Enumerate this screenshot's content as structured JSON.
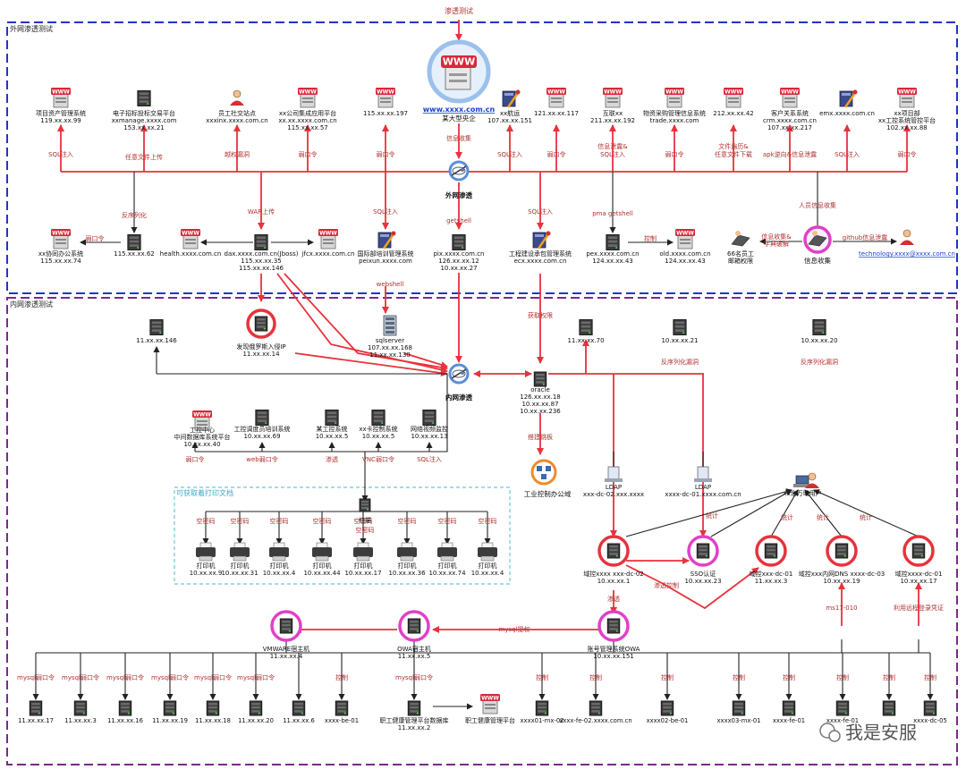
{
  "top_label": "渗透测试",
  "zones": {
    "outer": "外网渗透测试",
    "inner": "内网渗透测试",
    "print_group": "可获取着打印文档"
  },
  "colors": {
    "arrow": "#e8323c",
    "dark_line": "#222222",
    "label_red": "#b03030",
    "outer_border": "#2233cc",
    "inner_border": "#7a2a8a",
    "print_border": "#6cc7d9",
    "link_blue": "#1a3fd0",
    "halo_red": "#e8323c",
    "halo_pink": "#e040c8",
    "halo_blue": "#5a8fd8",
    "halo_orange": "#f08a2a"
  },
  "nodes": {
    "www": {
      "url": "www.xxxx.com.cn",
      "name": "某大型央企"
    },
    "asset": {
      "l1": "项目资产管理系统",
      "l2": "119.xx.xx.99"
    },
    "bid": {
      "l1": "电子招标投标交易平台",
      "l2": "xxmanage.xxxx.com",
      "l3": "153.xx.xx.21"
    },
    "staff": {
      "l1": "员工社交站点",
      "l2": "xxxinx.xxxx.com.cn"
    },
    "integ": {
      "l1": "xx公司集成应用平台",
      "l2": "xx.xx.xxxx.com.cn",
      "l3": "115.xx.xx.57"
    },
    "n197": {
      "l1": "115.xx.xx.197"
    },
    "ship": {
      "l1": "xx航运",
      "l2": "107.xx.xx.151"
    },
    "n117": {
      "l1": "121.xx.xx.117"
    },
    "hulian": {
      "l1": "互联xx",
      "l2": "211.xx.xx.192"
    },
    "trade": {
      "l1": "物资采购管理信息系统",
      "l2": "trade.xxxx.com"
    },
    "n42": {
      "l1": "212.xx.xx.42"
    },
    "crm": {
      "l1": "客户关系系统",
      "l2": "crm.xxxx.com.cn",
      "l3": "107.xx.xx.217"
    },
    "emx": {
      "l1": "emx.xxxx.com.cn"
    },
    "proj": {
      "l1": "xx项目部",
      "l2": "xx工控系统管控平台",
      "l3": "102.xx.xx.88"
    },
    "ext_pen": {
      "l1": "外网渗透"
    },
    "xieban": {
      "l1": "xx协同办公系统",
      "l2": "115.xx.xx.74"
    },
    "n62": {
      "l1": "115.xx.xx.62"
    },
    "health": {
      "l1": "health.xxxx.com.cn"
    },
    "dax": {
      "l1": "dax.xxxx.com.cn(Jboss)",
      "l2": "115.xx.xx.35",
      "l3": "115.xx.xx.146"
    },
    "jfcx": {
      "l1": "jfcx.xxxx.com.cn"
    },
    "peixun": {
      "l1": "国际部培训管理系统",
      "l2": "peixun.xxxx.com"
    },
    "pix": {
      "l1": "pix.xxxx.com.cn",
      "l2": "126.xx.xx.12",
      "l3": "10.xx.xx.27"
    },
    "ecx": {
      "l1": "工程建设承包管理系统",
      "l2": "ecx.xxxx.com.cn"
    },
    "pex": {
      "l1": "pex.xxxx.com.cn",
      "l2": "124.xx.xx.43"
    },
    "old": {
      "l1": "old.xxxx.com.cn",
      "l2": "124.xx.xx.43"
    },
    "emp66": {
      "l1": "66名员工",
      "l2": "邮箱权限"
    },
    "info": {
      "l1": "信息收集"
    },
    "tech": {
      "l1": "technology.xxxx@xxxx.com.cn"
    },
    "in146": {
      "l1": "11.xx.xx.146"
    },
    "russia": {
      "l1": "发现俄罗斯入侵IP",
      "l2": "11.xx.xx.14"
    },
    "sqlserver": {
      "l1": "sqlserver",
      "l2": "107.xx.xx.168",
      "l3": "11.xx.xx.130"
    },
    "in70": {
      "l1": "11.xx.xx.70"
    },
    "in21": {
      "l1": "10.xx.xx.21"
    },
    "in20": {
      "l1": "10.xx.xx.20"
    },
    "int_pen": {
      "l1": "内网渗透"
    },
    "oracle": {
      "l1": "oracle",
      "l2": "126.xx.xx.18",
      "l3": "10.xx.xx.87",
      "l4": "10.xx.xx.236"
    },
    "gkzx": {
      "l1": "工控中心",
      "l2": "中间数据库系统平台",
      "l3": "10.xx.xx.40"
    },
    "gkdd": {
      "l1": "工控调度员培训系统",
      "l2": "10.xx.xx.69"
    },
    "mgk": {
      "l1": "某工控系统",
      "l2": "10.xx.xx.5"
    },
    "xxcard": {
      "l1": "xx卡控制系统",
      "l2": "10.xx.xx.5"
    },
    "video": {
      "l1": "网络视频监控",
      "l2": "10.xx.xx.13"
    },
    "office": {
      "l1": "工业控制办公域"
    },
    "ldap1": {
      "l1": "LDAP",
      "l2": "xxx-dc-02.xxx.xxxx"
    },
    "ldap2": {
      "l1": "LDAP",
      "l2": "xxxx-dc-01.xxxx.com.cn"
    },
    "users": {
      "l1": "xx余万域用户"
    },
    "scan": {
      "l1": "扫描"
    },
    "printers": [
      {
        "name": "打印机",
        "ip": "10.xx.xx.9"
      },
      {
        "name": "打印机",
        "ip": "10.xx.xx.31"
      },
      {
        "name": "打印机",
        "ip": "10.xx.xx.4"
      },
      {
        "name": "打印机",
        "ip": "10.xx.xx.44"
      },
      {
        "name": "打印机",
        "ip": "10.xx.xx.17"
      },
      {
        "name": "打印机",
        "ip": "10.xx.xx.36"
      },
      {
        "name": "打印机",
        "ip": "10.xx.xx.74"
      },
      {
        "name": "打印机",
        "ip": "10.xx.xx.4"
      }
    ],
    "dc02": {
      "l1": "域控xxxx xxx-dc-02",
      "l2": "10.xx.xx.1"
    },
    "sso": {
      "l1": "SSO认证",
      "l2": "10.xx.xx.23"
    },
    "dc01a": {
      "l1": "域控xxx-dc-01",
      "l2": "11.xx.xx.3"
    },
    "dns": {
      "l1": "域控xxx内网DNS xxxx-dc-03",
      "l2": "10.xx.xx.19"
    },
    "dc01b": {
      "l1": "域控xxxx-dc-01",
      "l2": "10.xx.xx.17"
    },
    "vmware": {
      "l1": "VMWARE宿主机",
      "l2": "11.xx.xx.4"
    },
    "owa_host": {
      "l1": "OWA宿主机",
      "l2": "11.xx.xx.5"
    },
    "owa": {
      "l1": "账号管理系统OWA",
      "l2": "10.xx.xx.151"
    },
    "hdb": {
      "l1": "职工健康管理平台数据库",
      "l2": "11.xx.xx.2"
    },
    "hplat": {
      "l1": "职工健康管理平台"
    }
  },
  "bottom_row": [
    "11.xx.xx.17",
    "11.xx.xx.3",
    "11.xx.xx.16",
    "11.xx.xx.19",
    "11.xx.xx.18",
    "11.xx.xx.20",
    "11.xx.xx.6",
    "xxxx-be-01",
    "xxxx01-mx-02",
    "xxxx-fe-02.xxxx.com.cn",
    "xxxx02-be-01",
    "xxxx03-mx-01",
    "xxxx-fe-01",
    "xxxx-fe-01",
    "xxxx-dc-05"
  ],
  "edge_labels": {
    "sql": "SQL注入",
    "upload": "任意文件上传",
    "unauth": "越权漏洞",
    "weak": "弱口令",
    "leak_sql_l1": "信息泄露&",
    "leak_sql_l2": "SQL注入",
    "file_l1": "文件遍历&",
    "file_l2": "任意文件下载",
    "apk": "apk逆向&信息泄露",
    "collect": "信息收集",
    "deser": "反序列化",
    "war": "WAR上传",
    "getshell": "getshell",
    "pma": "pma getshell",
    "control": "控制",
    "dict_l1": "信息收集&",
    "dict_l2": "字典破解",
    "people": "人员信息收集",
    "github": "github信息泄露",
    "webshell": "webshell",
    "perm": "获取权限",
    "deser_hole": "反序列化漏洞",
    "bridge": "搭建跳板",
    "web_weak": "web弱口令",
    "pen": "渗透",
    "vnc": "VNC弱口令",
    "empty_pw": "空密码",
    "stat": "统计",
    "pen_ctrl": "渗透控制",
    "ms17": "ms17-010",
    "remote": "利用远程登录凭证",
    "mysql_up": "mysql提权",
    "mysql_weak": "mysql弱口令"
  },
  "watermark": "我是安服"
}
